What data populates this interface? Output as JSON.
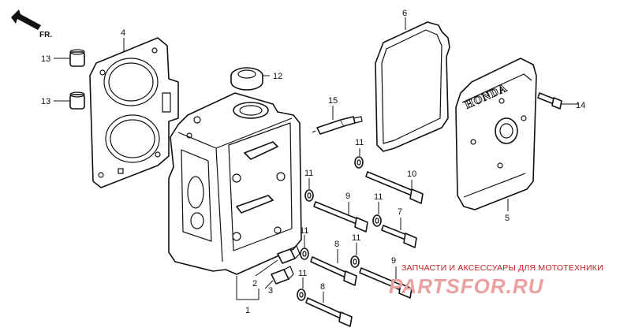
{
  "direction_marker": {
    "label": "FR.",
    "icon": "front-direction-arrow-icon"
  },
  "callouts": {
    "c1": "1",
    "c2": "2",
    "c3": "3",
    "c4": "4",
    "c5": "5",
    "c6": "6",
    "c7": "7",
    "c8a": "8",
    "c8b": "8",
    "c9a": "9",
    "c9b": "9",
    "c10": "10",
    "c11a": "11",
    "c11b": "11",
    "c11c": "11",
    "c11d": "11",
    "c11e": "11",
    "c11f": "11",
    "c12": "12",
    "c13a": "13",
    "c13b": "13",
    "c14": "14",
    "c15": "15"
  },
  "cover_brand": "HONDA",
  "watermark": {
    "caption": "ЗАПЧАСТИ И АКСЕССУАРЫ ДЛЯ МОТОТЕХНИКИ",
    "logo": "PARTSFOR.RU",
    "caption_color": "#c02020",
    "logo_color": "#e8a0a0"
  }
}
